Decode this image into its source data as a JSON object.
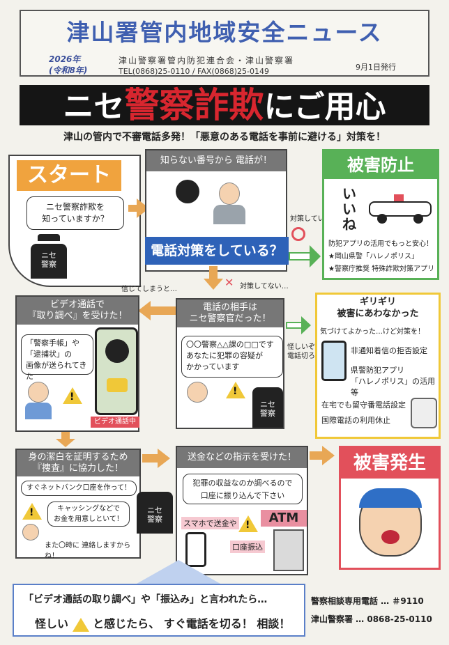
{
  "header": {
    "title": "津山署管内地域安全ニュース",
    "year_west": "2026年",
    "year_era": "(令和8年)",
    "org": "津山警察署管内防犯連合会・津山警察署",
    "contact": "TEL(0868)25-0110 / FAX(0868)25-0149",
    "issue_date": "9月1日発行"
  },
  "banner": {
    "prefix": "ニセ",
    "highlight": "警察詐欺",
    "suffix": "にご用心"
  },
  "subtitle": "津山の管内で不審電話多発！「悪意のある電話を事前に避ける」対策を！",
  "start": {
    "label": "スタート",
    "question_line1": "ニセ警察詐欺を",
    "question_line2": "知っていますか？",
    "badge": "ニセ警察"
  },
  "call_panel": {
    "header": "知らない番号から 電話が！",
    "question": "電話対策をしている？",
    "yes_label": "対策している",
    "no_label": "対策してない…",
    "believe_label": "信じてしまうと…"
  },
  "prevention": {
    "title": "被害防止",
    "vertical": "いいね",
    "line1": "防犯アプリの活用でもっと安心！",
    "line2": "★岡山県警「ハレノポリス」",
    "line3": "★警察庁推奨 特殊詐欺対策アプリ"
  },
  "impostor_panel": {
    "header_line1": "電話の相手は",
    "header_line2": "ニセ警察官だった！",
    "speech_line1": "〇〇警察△△課の□□です",
    "speech_line2": "あなたに犯罪の容疑が",
    "speech_line3": "かかっています",
    "badge": "ニセ警察",
    "side_note_line1": "怪しいぞ、",
    "side_note_line2": "電話切ろう"
  },
  "video_panel": {
    "header_line1": "ビデオ通話で",
    "header_line2": "『取り調べ』を受けた！",
    "bubble_line1": "「警察手帳」や",
    "bubble_line2": "「逮捕状」の",
    "bubble_line3": "画像が送られてきた",
    "phone_label": "ビデオ通話中"
  },
  "narrow_escape": {
    "title_line1": "ギリギリ",
    "title_line2": "被害にあわなかった",
    "note": "気づけてよかった…けど対策を！",
    "item1": "非通知着信の拒否設定",
    "item2": "県警防犯アプリ",
    "item3": "「ハレノポリス」の活用等",
    "item4": "在宅でも留守番電話設定",
    "item5": "国際電話の利用休止"
  },
  "cooperate_panel": {
    "header_line1": "身の潔白を証明するため",
    "header_line2": "『捜査』に協力した！",
    "bubble1": "すぐネットバンク口座を作って！",
    "bubble2_line1": "キャッシングなどで",
    "bubble2_line2": "お金を用意しといて！",
    "bubble3": "また〇時に 連絡しますからね！",
    "badge": "ニセ警察"
  },
  "transfer_panel": {
    "header": "送金などの指示を受けた！",
    "speech_line1": "犯罪の収益なのか調べるので",
    "speech_line2": "口座に振り込んで下さい",
    "label1": "スマホで送金や",
    "label2": "口座振込",
    "atm": "ATM"
  },
  "damage": {
    "title": "被害発生"
  },
  "footer": {
    "line1": "「ビデオ通話の取り調べ」や「振込み」と言われたら…",
    "line2_pre": "怪しい",
    "line2_post": "と感じたら、 すぐ電話を切る！ 相談！",
    "hotline_label": "警察相談専用電話 … ＃9110",
    "station_label": "津山警察署 … 0868-25-0110"
  }
}
